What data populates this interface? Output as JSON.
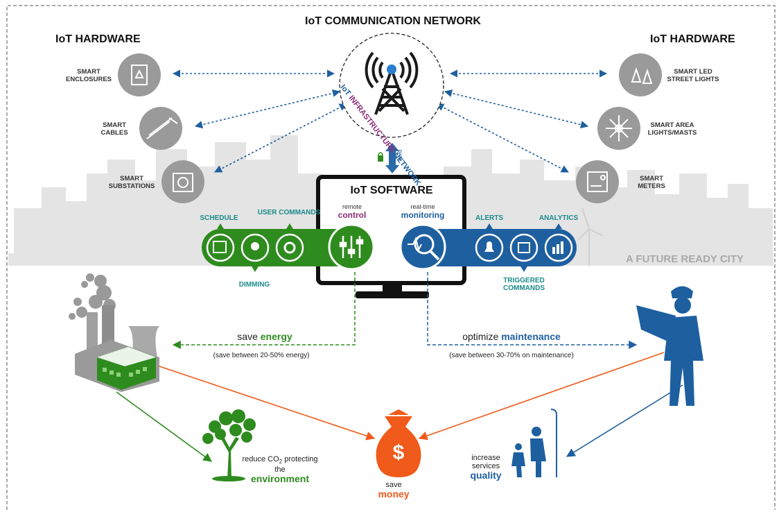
{
  "title": "IoT COMMUNICATION NETWORK",
  "hardware_left": {
    "heading": "IoT HARDWARE",
    "items": [
      {
        "line1": "SMART",
        "line2": "ENCLOSURES",
        "icon": "enclosure-icon"
      },
      {
        "line1": "SMART",
        "line2": "CABLES",
        "icon": "cable-icon"
      },
      {
        "line1": "SMART",
        "line2": "SUBSTATIONS",
        "icon": "substation-icon"
      }
    ]
  },
  "hardware_right": {
    "heading": "IoT HARDWARE",
    "items": [
      {
        "line1": "SMART LED",
        "line2": "STREET LIGHTS",
        "icon": "street-light-icon"
      },
      {
        "line1": "SMART AREA",
        "line2": "LIGHTS/MASTS",
        "icon": "area-light-icon"
      },
      {
        "line1": "SMART",
        "line2": "METERS",
        "icon": "meter-icon"
      }
    ]
  },
  "network": {
    "label_a": "IoT ",
    "label_b": "INFRASTRUCTURE",
    "label_c": " NETWORK",
    "link_label": "DATA"
  },
  "software": {
    "title": "IoT SOFTWARE",
    "remote_small": "remote",
    "remote_big": "control",
    "monitor_small": "real-time",
    "monitor_big": "monitoring",
    "left_features": {
      "schedule": "SCHEDULE",
      "user_commands": "USER COMMANDS",
      "dimming": "DIMMING"
    },
    "right_features": {
      "alerts": "ALERTS",
      "analytics": "ANALYTICS",
      "triggered_1": "TRIGGERED",
      "triggered_2": "COMMANDS"
    }
  },
  "city_label": "A FUTURE READY CITY",
  "energy": {
    "prefix": "save ",
    "highlight": "energy",
    "note": "(save between 20-50% energy)"
  },
  "maintenance": {
    "prefix": "optimize ",
    "highlight": "maintenance",
    "note": "(save between 30-70% on maintenance)"
  },
  "environment": {
    "line1": "reduce CO",
    "sub": "2",
    "line1b": " protecting",
    "line2": "the",
    "highlight": "environment"
  },
  "money": {
    "line1": "save",
    "highlight": "money"
  },
  "quality": {
    "line1": "increase",
    "line2": "services",
    "highlight": "quality"
  },
  "colors": {
    "green": "#2e8b1e",
    "blue": "#1e5fa0",
    "orange": "#f05a1a",
    "purple": "#8b2a78",
    "teal": "#1a8a8a",
    "gray": "#9a9a9a"
  }
}
